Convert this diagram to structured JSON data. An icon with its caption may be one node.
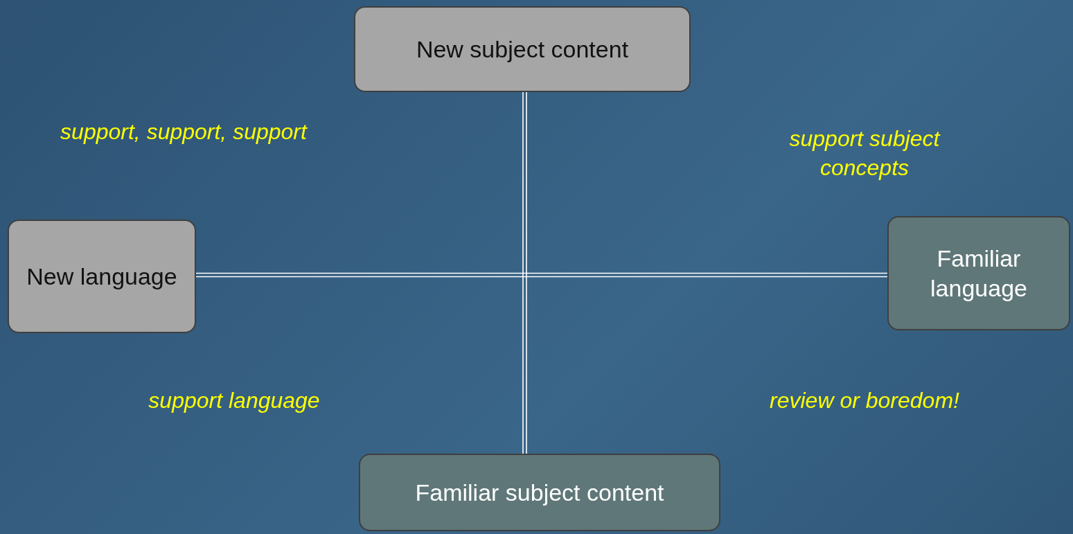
{
  "diagram": {
    "nodes": [
      {
        "text": [
          "New subject content"
        ]
      },
      {
        "text": [
          "New language"
        ]
      },
      {
        "text": [
          "Familiar language"
        ]
      },
      {
        "text": [
          "Familiar subject content"
        ]
      }
    ],
    "edges": [
      {
        "from": 0,
        "to": 3,
        "arrow": "none"
      },
      {
        "from": 1,
        "to": 2,
        "arrow": "none"
      }
    ],
    "labels": [
      "support, support, support",
      "support subject concepts",
      "support language",
      "review or boredom!"
    ]
  }
}
